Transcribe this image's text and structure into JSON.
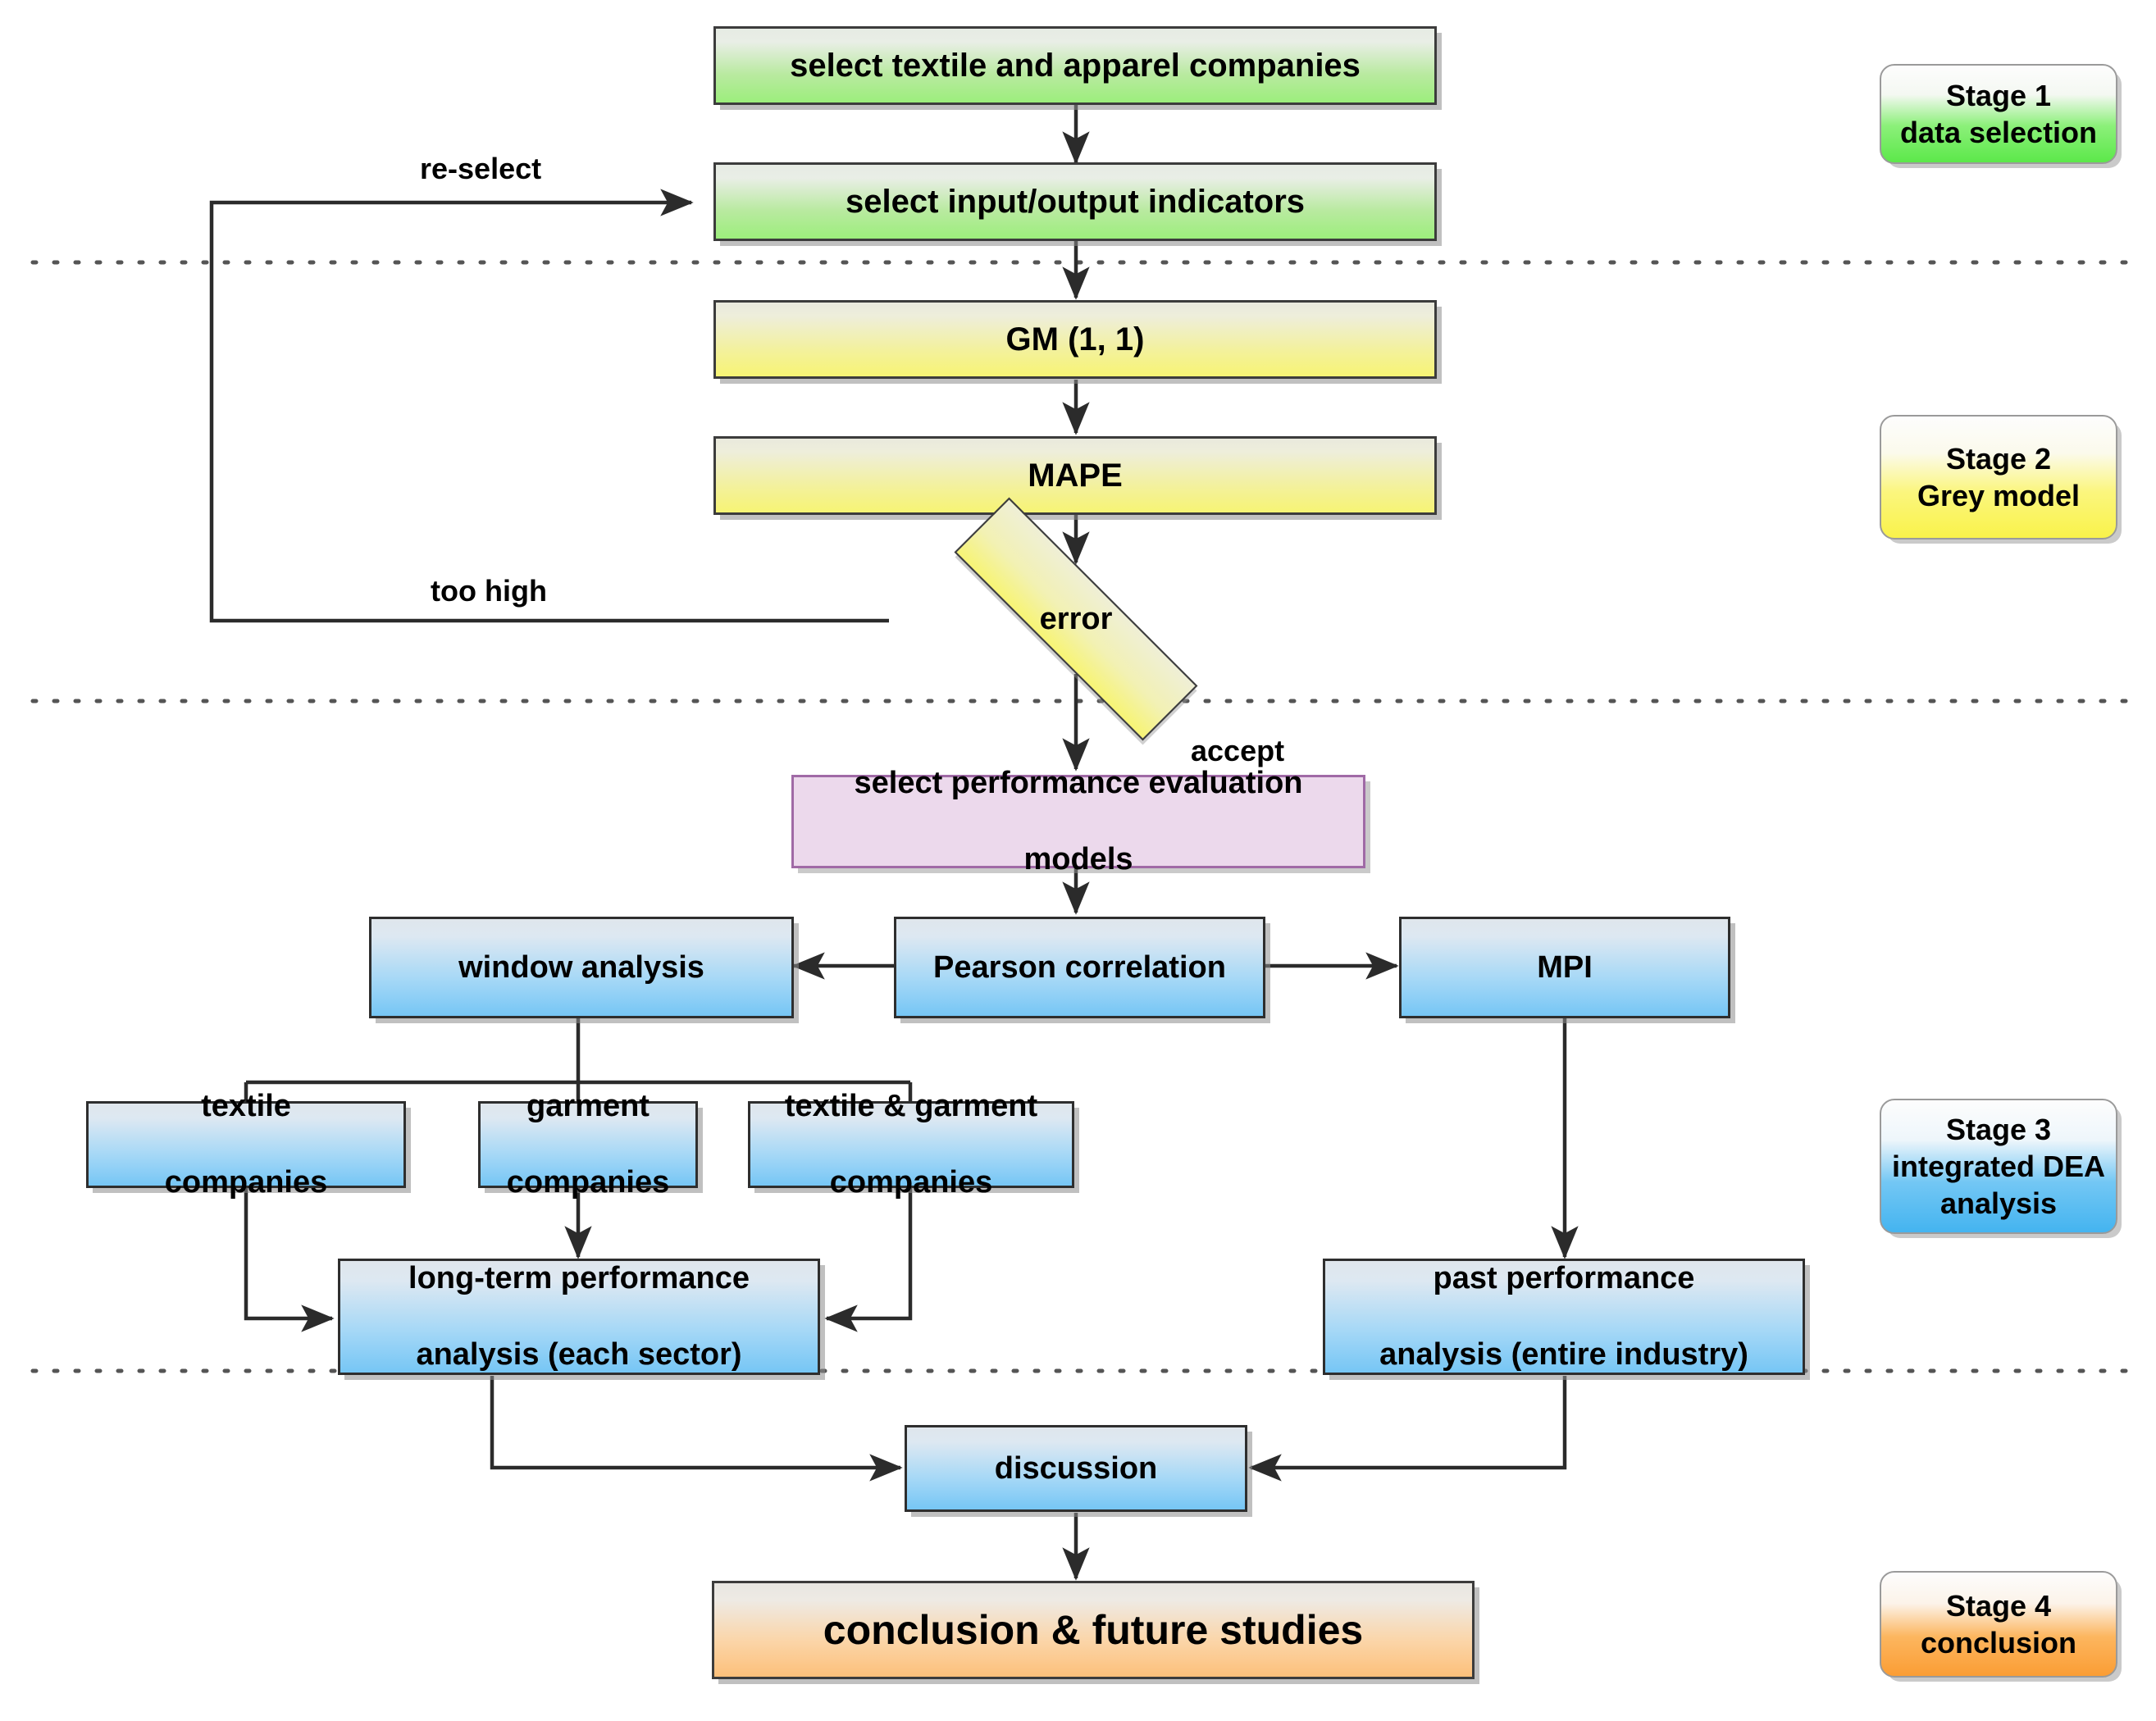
{
  "diagram": {
    "title": "Research framework flowchart",
    "nodes": {
      "select_companies": "select textile and apparel companies",
      "select_indicators": "select input/output indicators",
      "gm11": "GM (1, 1)",
      "mape": "MAPE",
      "error": "error",
      "select_models_line1": "select performance evaluation",
      "select_models_line2": "models",
      "window_analysis": "window analysis",
      "pearson": "Pearson correlation",
      "mpi": "MPI",
      "textile_line1": "textile",
      "textile_line2": "companies",
      "garment_line1": "garment",
      "garment_line2": "companies",
      "textile_garment_line1": "textile & garment",
      "textile_garment_line2": "companies",
      "longterm_line1": "long-term performance",
      "longterm_line2": "analysis (each sector)",
      "past_line1": "past performance",
      "past_line2": "analysis (entire industry)",
      "discussion": "discussion",
      "conclusion": "conclusion & future studies"
    },
    "edge_labels": {
      "reselect": "re-select",
      "too_high": "too high",
      "accept": "accept"
    },
    "stages": [
      {
        "id": "stage-1",
        "line1": "Stage 1",
        "line2": "data selection",
        "line3": "",
        "color": "#5ce84a"
      },
      {
        "id": "stage-2",
        "line1": "Stage 2",
        "line2": "Grey model",
        "line3": "",
        "color": "#f9f24a"
      },
      {
        "id": "stage-3",
        "line1": "Stage 3",
        "line2": "integrated DEA",
        "line3": "analysis",
        "color": "#44b4f0"
      },
      {
        "id": "stage-4",
        "line1": "Stage 4",
        "line2": "conclusion",
        "line3": "",
        "color": "#fb9d34"
      }
    ],
    "colors": {
      "stage1_fill": "#9cee7c",
      "stage2_fill": "#f7f474",
      "stage3_fill": "#76c6f5",
      "stage4_fill": "#fcc07a",
      "models_fill": "#ecd9ec",
      "models_border": "#a06aa6",
      "line": "#2b2b2b",
      "background": "#ffffff"
    }
  }
}
